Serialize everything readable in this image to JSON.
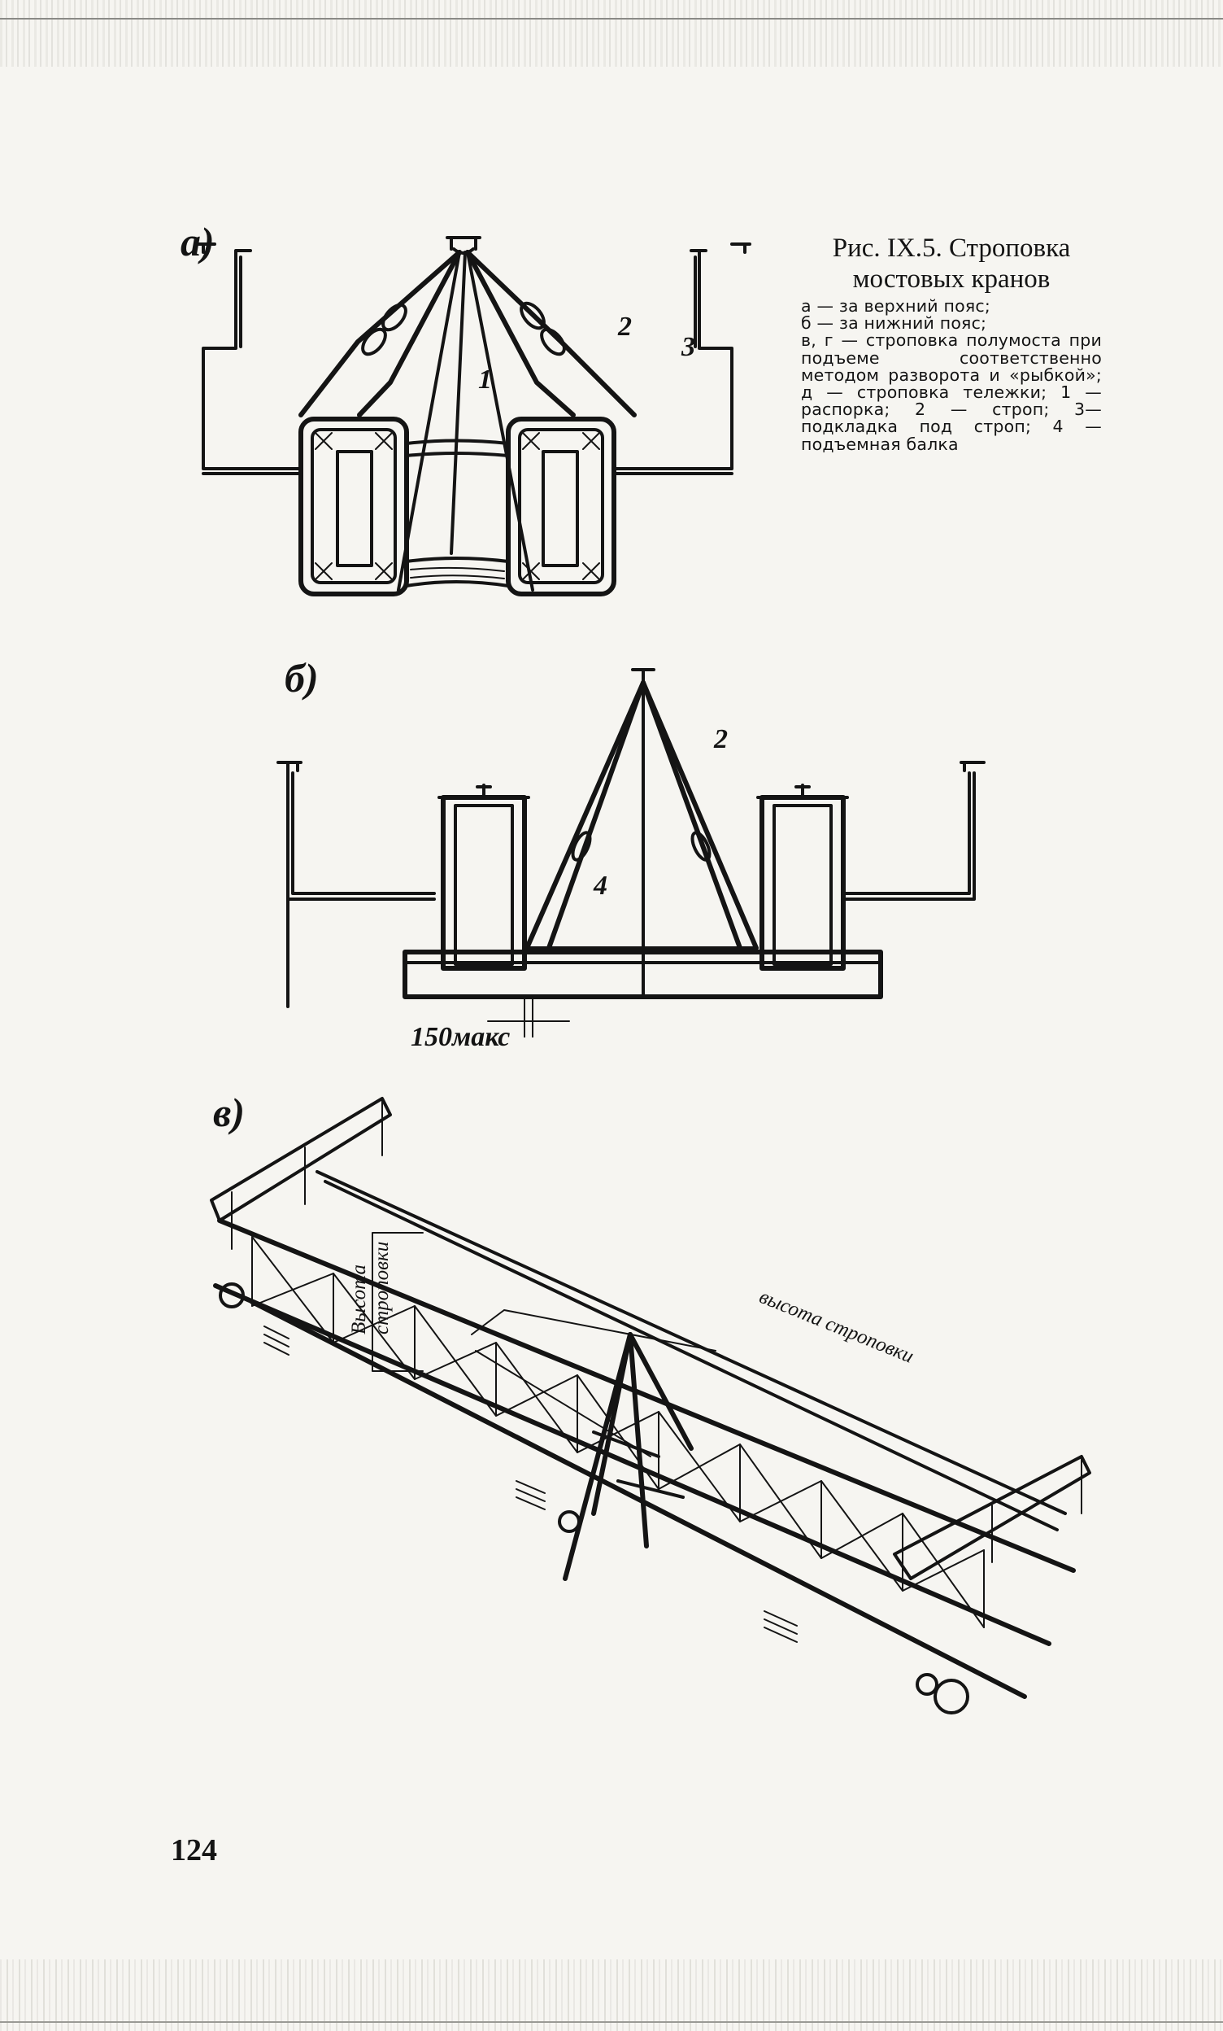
{
  "figure": {
    "title": "Рис. IX.5. Строповка мостовых кранов",
    "legend_lines": [
      "а — за верхний пояс;",
      "б — за нижний пояс;",
      "в, г — строповка полумоста при подъеме соответственно методом разворота и «рыбкой»; д — строповка тележки; 1 — распорка; 2 — строп; 3—подкладка под строп; 4 — подъемная балка"
    ]
  },
  "panel_a": {
    "letter": "а)",
    "labels": [
      "1",
      "2",
      "3"
    ]
  },
  "panel_b": {
    "letter": "б)",
    "labels": [
      "2",
      "4"
    ],
    "dimension": "150макс"
  },
  "panel_v": {
    "letter": "в)",
    "dimension_vertical": [
      "Высота",
      "строповки"
    ],
    "dimension_side": "высота строповки"
  },
  "page": {
    "number": "124"
  }
}
